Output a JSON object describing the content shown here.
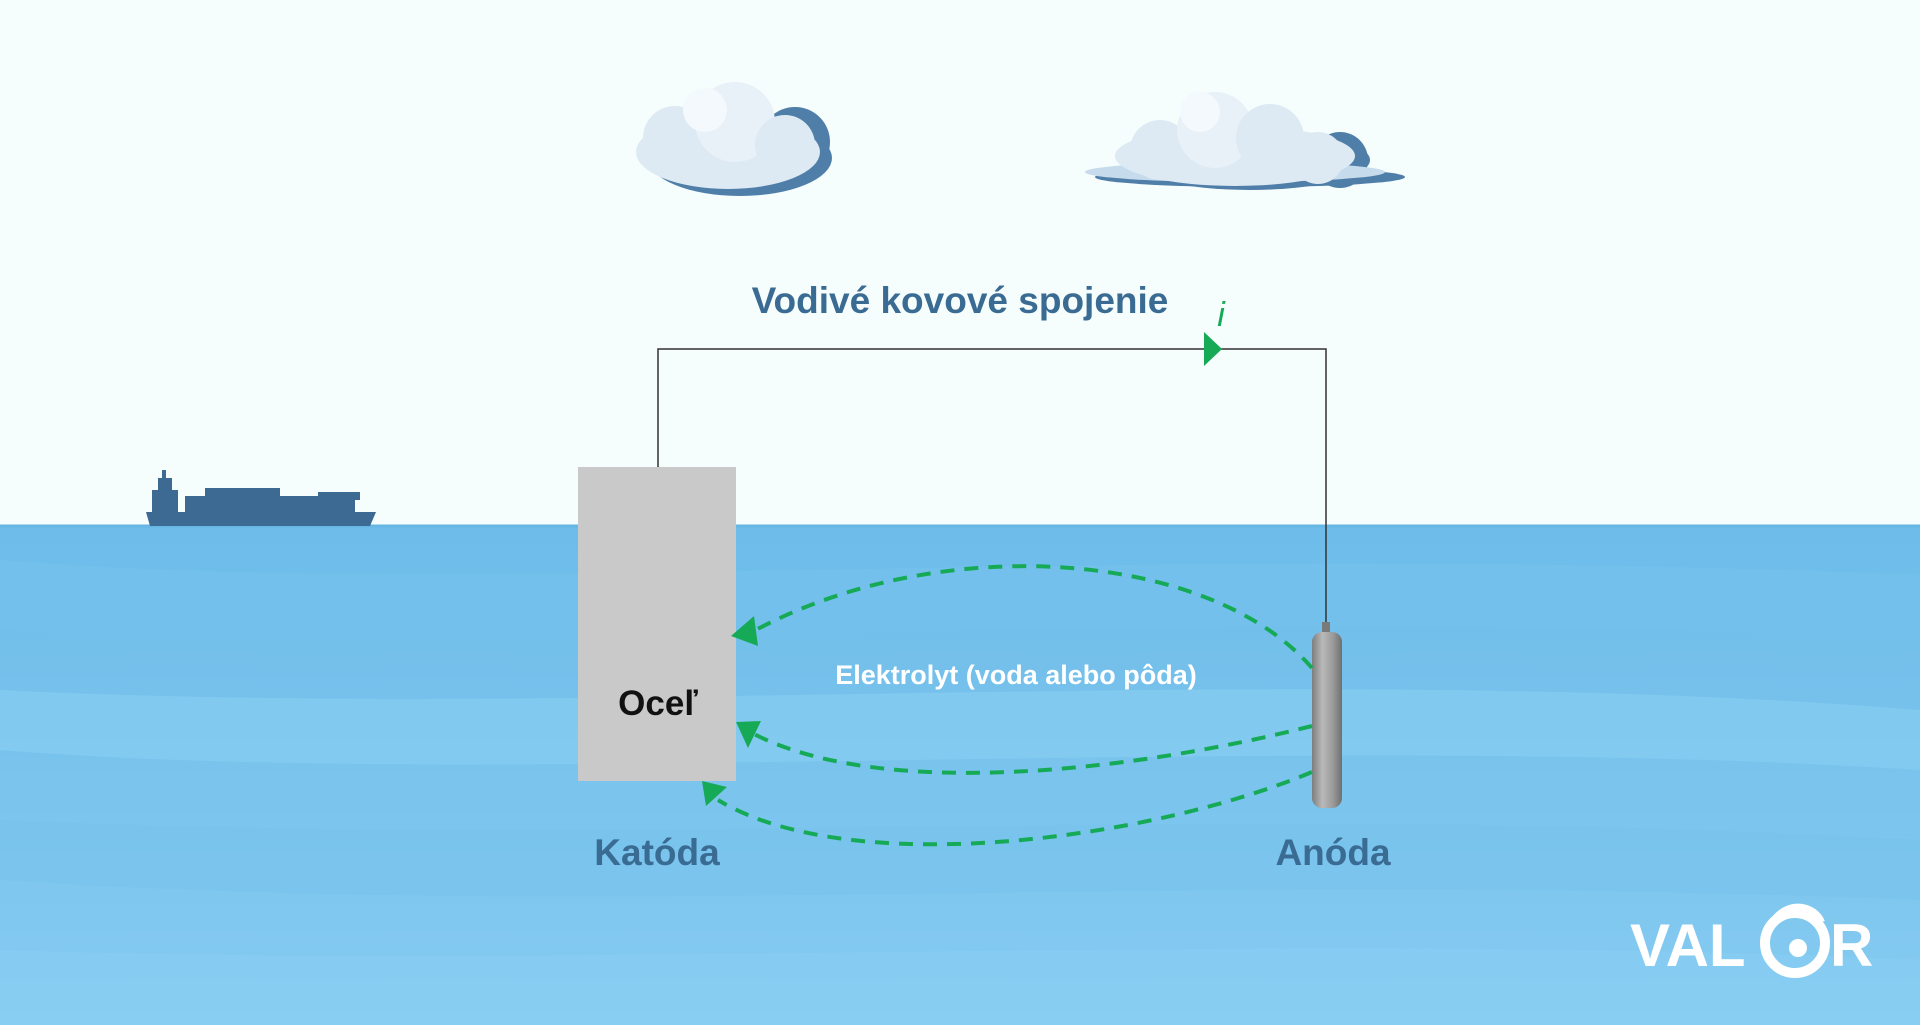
{
  "diagram": {
    "connection_label": "Vodivé kovové spojenie",
    "current_symbol": "i",
    "steel_label": "Oceľ",
    "electrolyte_label": "Elektrolyt (voda alebo pôda)",
    "cathode_label": "Katóda",
    "anode_label": "Anóda"
  },
  "brand": {
    "logo_text_left": "VAL",
    "logo_text_right": "R"
  },
  "icons": [
    "cloud-icon",
    "ship-icon",
    "arrow-icon",
    "logo-icon"
  ],
  "colors": {
    "sky": "#f5fdfd",
    "water": "#7ec6ee",
    "water_dark": "#67b6e4",
    "label_blue": "#3a6b93",
    "ship": "#3d6a93",
    "arrow_green": "#16aa57",
    "steel": "#c9c9c9",
    "cloud_shadow": "#4f7ea8",
    "cloud_fill": "#dde9f3"
  }
}
